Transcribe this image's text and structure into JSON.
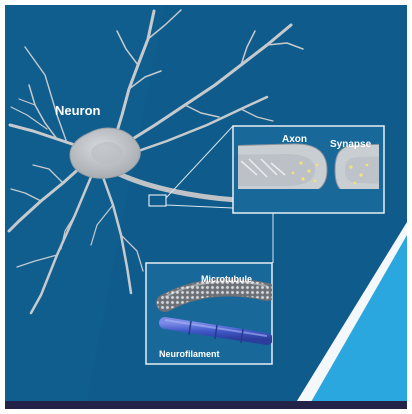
{
  "labels": {
    "neuron": "Neuron",
    "axon": "Axon",
    "synapse": "Synapse",
    "microtubule": "Microtubule",
    "neurofilament": "Neurofilament"
  },
  "colors": {
    "background": "#0f5c8c",
    "cell_body": "#c9cdd0",
    "accent_blue": "#2aa7df",
    "bottom_band": "#23234a",
    "callout_line": "#d9e6ef",
    "vesicle": "#f1e27a",
    "neurofilament": "#3e56c8"
  }
}
